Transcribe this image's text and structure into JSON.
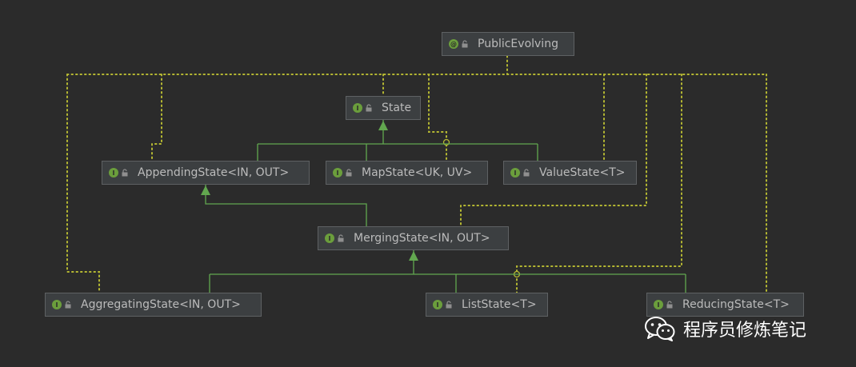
{
  "colors": {
    "background": "#2b2b2b",
    "node_fill": "#3c3f41",
    "node_border": "#5e6163",
    "node_text": "#bbbbbb",
    "inherit_edge": "#62a74f",
    "annotation_edge": "#b5b832",
    "interface_badge": "#6b9e3c",
    "annotation_badge": "#6b9e3c",
    "lock": "#8f8f8f"
  },
  "nodes": [
    {
      "id": "public-evolving",
      "label": "PublicEvolving",
      "kind": "annotation",
      "kind_glyph": "@",
      "icon": "annotation-icon"
    },
    {
      "id": "state",
      "label": "State",
      "kind": "interface",
      "kind_glyph": "I",
      "icon": "interface-icon"
    },
    {
      "id": "appending-state",
      "label": "AppendingState<IN, OUT>",
      "kind": "interface",
      "kind_glyph": "I",
      "icon": "interface-icon"
    },
    {
      "id": "map-state",
      "label": "MapState<UK, UV>",
      "kind": "interface",
      "kind_glyph": "I",
      "icon": "interface-icon"
    },
    {
      "id": "value-state",
      "label": "ValueState<T>",
      "kind": "interface",
      "kind_glyph": "I",
      "icon": "interface-icon"
    },
    {
      "id": "merging-state",
      "label": "MergingState<IN, OUT>",
      "kind": "interface",
      "kind_glyph": "I",
      "icon": "interface-icon"
    },
    {
      "id": "aggregating-state",
      "label": "AggregatingState<IN, OUT>",
      "kind": "interface",
      "kind_glyph": "I",
      "icon": "interface-icon"
    },
    {
      "id": "list-state",
      "label": "ListState<T>",
      "kind": "interface",
      "kind_glyph": "I",
      "icon": "interface-icon"
    },
    {
      "id": "reducing-state",
      "label": "ReducingState<T>",
      "kind": "interface",
      "kind_glyph": "I",
      "icon": "interface-icon"
    }
  ],
  "edges": [
    {
      "from": "appending-state",
      "to": "state",
      "type": "extends"
    },
    {
      "from": "map-state",
      "to": "state",
      "type": "extends"
    },
    {
      "from": "value-state",
      "to": "state",
      "type": "extends"
    },
    {
      "from": "merging-state",
      "to": "appending-state",
      "type": "extends"
    },
    {
      "from": "aggregating-state",
      "to": "merging-state",
      "type": "extends"
    },
    {
      "from": "list-state",
      "to": "merging-state",
      "type": "extends"
    },
    {
      "from": "reducing-state",
      "to": "merging-state",
      "type": "extends"
    },
    {
      "from": "state",
      "to": "public-evolving",
      "type": "annotated"
    },
    {
      "from": "appending-state",
      "to": "public-evolving",
      "type": "annotated"
    },
    {
      "from": "map-state",
      "to": "public-evolving",
      "type": "annotated"
    },
    {
      "from": "value-state",
      "to": "public-evolving",
      "type": "annotated"
    },
    {
      "from": "merging-state",
      "to": "public-evolving",
      "type": "annotated"
    },
    {
      "from": "aggregating-state",
      "to": "public-evolving",
      "type": "annotated"
    },
    {
      "from": "list-state",
      "to": "public-evolving",
      "type": "annotated"
    },
    {
      "from": "reducing-state",
      "to": "public-evolving",
      "type": "annotated"
    }
  ],
  "watermark": {
    "text": "程序员修炼笔记",
    "icon": "wechat-icon"
  }
}
